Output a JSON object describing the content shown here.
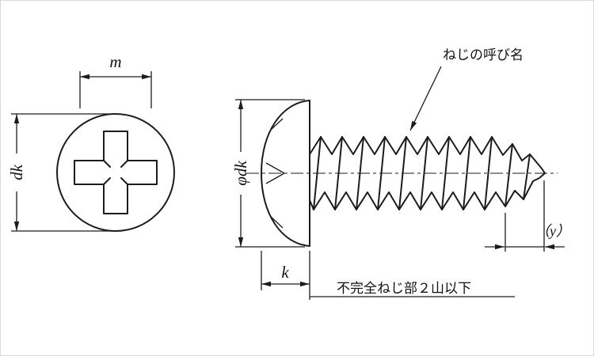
{
  "figure": {
    "labels": {
      "recess_width": "m",
      "head_diameter_front": "dk",
      "head_diameter_side": "φdk",
      "head_height": "k",
      "thread_callout": "ねじの呼び名",
      "incomplete_thread_note": "不完全ねじ部２山以下",
      "incomplete_thread_length": "（y）"
    },
    "colors": {
      "line": "#1c1c1c",
      "background": "#ffffff"
    }
  }
}
